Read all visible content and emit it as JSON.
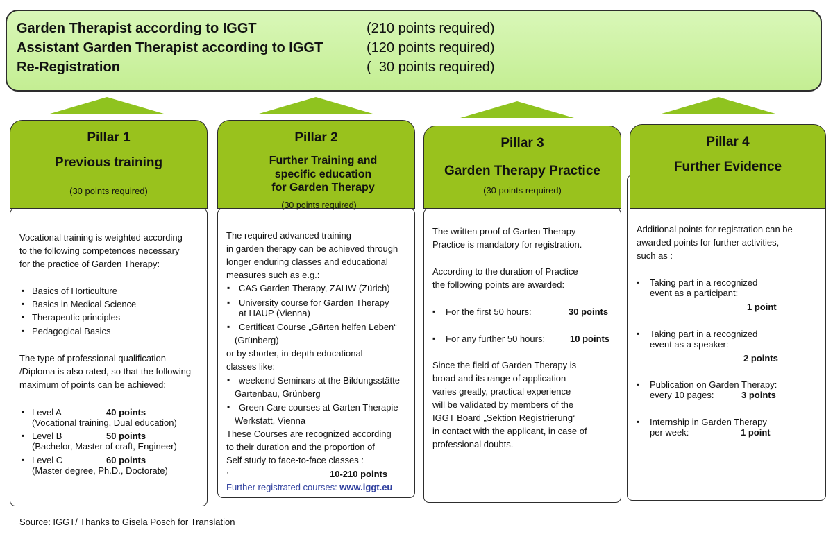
{
  "requirements": [
    {
      "name": "Garden Therapist according to IGGT",
      "points": "(210 points required)"
    },
    {
      "name": "Assistant Garden Therapist according to IGGT",
      "points": "(120 points required)"
    },
    {
      "name": "Re-Registration",
      "points": "(  30 points required)"
    }
  ],
  "colors": {
    "pillar_header": "#99c21d",
    "top_box": "#d1f4a8",
    "arrow": "#8fc31f",
    "link": "#2f3f9e"
  },
  "pillars": [
    {
      "title": "Pillar 1",
      "subtitle": "Previous training",
      "required": "(30 points required)",
      "intro": [
        "Vocational training is weighted according",
        " to the following competences necessary",
        " for the practice of Garden Therapy:"
      ],
      "bullets": [
        "Basics of Horticulture",
        "Basics in Medical Science",
        "Therapeutic principles",
        "Pedagogical Basics"
      ],
      "middle": [
        "The type of professional qualification",
        "/Diploma is also rated, so that the following",
        "maximum of points can be achieved:"
      ],
      "levels": [
        {
          "label": "Level A",
          "points": "40 points",
          "detail": "(Vocational training, Dual education)"
        },
        {
          "label": "Level B",
          "points": "50 points",
          "detail": "(Bachelor, Master of craft, Engineer)"
        },
        {
          "label": "Level C",
          "points": "60 points",
          "detail": "(Master degree, Ph.D., Doctorate)"
        }
      ]
    },
    {
      "title": "Pillar 2",
      "subtitle": [
        "Further Training and",
        "specific education",
        "for Garden Therapy"
      ],
      "required": "(30 points required)",
      "intro": [
        "The required advanced training",
        "in garden therapy can be achieved through",
        "longer enduring classes and educational",
        "measures such as e.g.:"
      ],
      "bullets_a": [
        [
          "CAS Garden Therapy, ZAHW (Zürich)"
        ],
        [
          "University course for Garden Therapy",
          "at HAUP (Vienna)"
        ],
        [
          "Certificat Course „Gärten helfen Leben“",
          " (Grünberg)"
        ]
      ],
      "shorter": [
        " or by shorter, in-depth educational",
        " classes like:"
      ],
      "bullets_b": [
        [
          "weekend Seminars at the Bildungsstätte",
          " Gartenbau, Grünberg"
        ],
        [
          "Green Care courses at Garten Therapie",
          " Werkstatt, Vienna"
        ]
      ],
      "recognized": [
        "These Courses are recognized according",
        " to their duration and the proportion of",
        "Self study to face-to-face classes :"
      ],
      "points": "10-210 points",
      "further_label": "Further registrated courses: ",
      "further_link": "www.iggt.eu"
    },
    {
      "title": "Pillar 3",
      "subtitle": "Garden Therapy Practice",
      "required": "(30 points required)",
      "intro": [
        "The written proof of Garten Therapy",
        "Practice is mandatory for registration."
      ],
      "duration": [
        "According to the duration of Practice",
        "the following points are awarded:"
      ],
      "items": [
        {
          "label": "For the first 50 hours:",
          "points": "30 points"
        },
        {
          "label": "For any further 50 hours:",
          "points": "10 points"
        }
      ],
      "closing": [
        "Since the field of Garden Therapy is",
        "broad and its range of application",
        "varies greatly, practical experience",
        "will be validated by members of the",
        "IGGT Board „Sektion Registrierung“",
        " in contact with the applicant, in case of",
        "professional doubts."
      ]
    },
    {
      "title": "Pillar 4",
      "subtitle": "Further Evidence",
      "intro": [
        "Additional points for registration can be",
        "awarded points for further  activities,",
        " such as :"
      ],
      "items": [
        {
          "lines": [
            "Taking part in a recognized",
            "event as a participant:"
          ],
          "points": "1 point"
        },
        {
          "lines": [
            "Taking part in a recognized",
            "event as a speaker:"
          ],
          "points": "2 points"
        },
        {
          "lines": [
            "Publication on Garden Therapy:",
            "every 10 pages:"
          ],
          "points": "3 points"
        },
        {
          "lines": [
            "Internship in Garden Therapy",
            "per week:"
          ],
          "points": "1 point"
        }
      ]
    }
  ],
  "source": "Source: IGGT/ Thanks to Gisela Posch for Translation"
}
